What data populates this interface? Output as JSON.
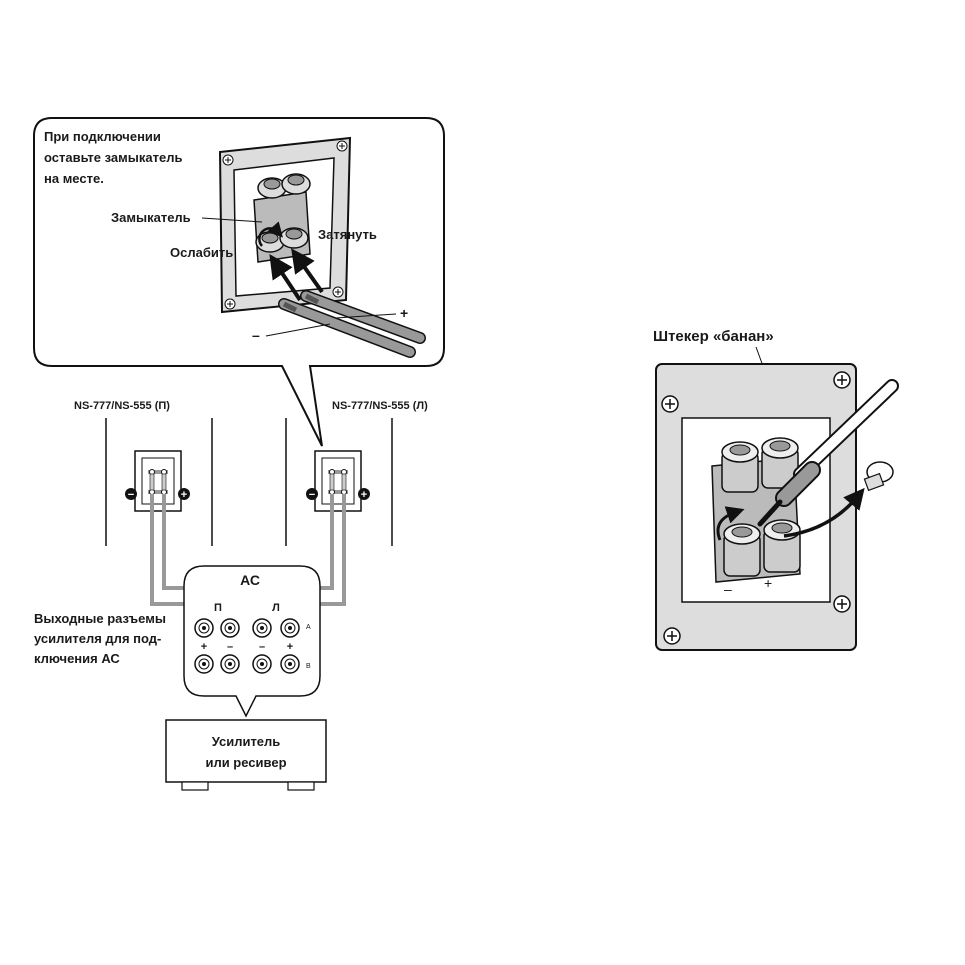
{
  "callout": {
    "note_lines": [
      "При подключении",
      "оставьте замыкатель",
      "на месте."
    ],
    "jumper_label": "Замыкатель",
    "loosen_label": "Ослабить",
    "tighten_label": "Затянуть",
    "plus_sign": "+",
    "minus_sign": "–"
  },
  "speakers": {
    "right_label": "NS-777/NS-555 (П)",
    "left_label": "NS-777/NS-555 (Л)",
    "minus_sign": "−",
    "plus_sign": "+"
  },
  "amp_panel": {
    "title": "АС",
    "channel_right": "П",
    "channel_left": "Л",
    "row_a": "A",
    "row_b": "B",
    "plus_sign": "+",
    "minus_sign": "–"
  },
  "side_label_lines": [
    "Выходные разъемы",
    "усилителя для под-",
    "ключения АС"
  ],
  "amplifier_lines": [
    "Усилитель",
    "или ресивер"
  ],
  "banana": {
    "title": "Штекер «банан»",
    "minus_sign": "–",
    "plus_sign": "+"
  }
}
